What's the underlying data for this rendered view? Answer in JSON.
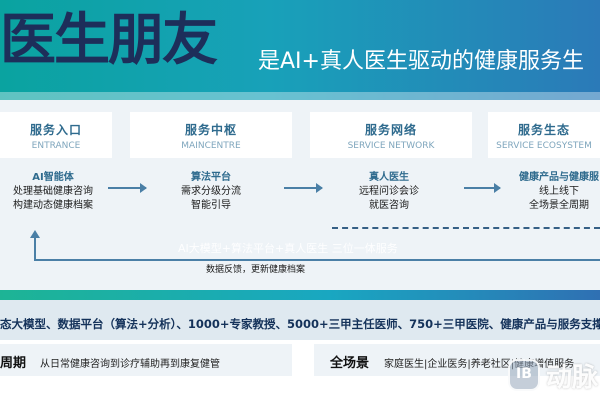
{
  "banner": {
    "brand": "医生朋友",
    "slogan": "是AI+真人医生驱动的健康服务生",
    "colors": {
      "start": "#0aa3a0",
      "end": "#2b7ab8",
      "brand_text": "#1d2e5a"
    }
  },
  "stages": [
    {
      "title": "服务入口",
      "subtitle": "ENTRANCE",
      "heading": "AI智能体",
      "lines": [
        "处理基础健康咨询",
        "构建动态健康档案"
      ]
    },
    {
      "title": "服务中枢",
      "subtitle": "MAINCENTRE",
      "heading": "算法平台",
      "lines": [
        "需求分级分流",
        "智能引导"
      ]
    },
    {
      "title": "服务网络",
      "subtitle": "SERVICE NETWORK",
      "heading": "真人医生",
      "lines": [
        "远程问诊会诊",
        "就医咨询"
      ]
    },
    {
      "title": "服务生态",
      "subtitle": "SERVICE ECOSYSTEM",
      "heading": "健康产品与健康服",
      "lines": [
        "线上线下",
        "全场景全周期"
      ]
    }
  ],
  "overlay_text": "AI大模型+算法平台+真人医生 三位一体服务",
  "feedback": "数据反馈，更新健康档案",
  "resources": "态大模型、数据平台（算法+分析）、1000+专家教授、5000+三甲主任医师、750+三甲医院、健康产品与服务支撑",
  "full_cycle": {
    "title": "周期",
    "desc": "从日常健康咨询到诊疗辅助再到康复健管"
  },
  "full_scene": {
    "title": "全场景",
    "desc": "家庭医生|企业医务|养老社区|健康增值服务"
  },
  "watermark": {
    "text": "动脉",
    "icon": "ib-logo-icon"
  }
}
